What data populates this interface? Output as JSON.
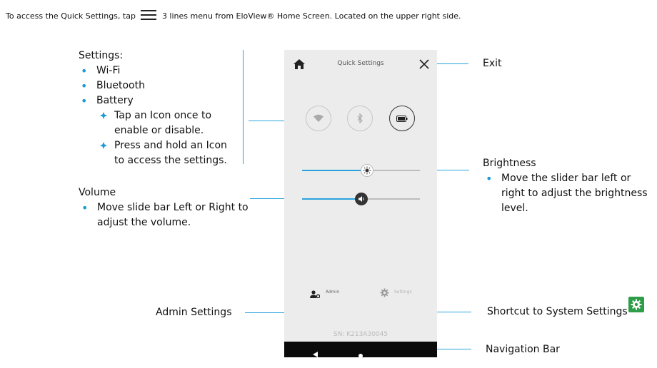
{
  "intro": {
    "before": "To access the Quick Settings, tap",
    "after": "3 lines menu from EloView® Home Screen. Located on the upper right side."
  },
  "left_notes": {
    "settings_heading": "Settings:",
    "settings_items": [
      "Wi-Fi",
      "Bluetooth",
      "Battery"
    ],
    "battery_subitems": [
      "Tap an Icon once to enable or disable.",
      "Press and hold an Icon to access the settings."
    ],
    "volume_heading": "Volume",
    "volume_text": "Move slide bar Left or Right to adjust the volume.",
    "admin_label": "Admin Settings"
  },
  "right_notes": {
    "exit_label": "Exit",
    "brightness_heading": "Brightness",
    "brightness_text": "Move the slider bar left or right to adjust the brightness level.",
    "shortcut_label": "Shortcut to System Settings",
    "navigation_label": "Navigation Bar"
  },
  "phone": {
    "title": "Quick Settings",
    "admin_small": "Admin",
    "settings_small": "Settings",
    "serial": "SN: K213A30045",
    "brightness_level": 0.55,
    "volume_level": 0.5,
    "wifi_on": false,
    "bluetooth_on": false,
    "battery_on": true
  },
  "colors": {
    "accent": "#2aa3dc",
    "panel": "#ececec",
    "nav": "#0a0a0a",
    "badge": "#2e9d48"
  },
  "icons": [
    "menu-icon",
    "home-icon",
    "close-icon",
    "wifi-icon",
    "bluetooth-icon",
    "battery-icon",
    "brightness-icon",
    "volume-icon",
    "admin-icon",
    "settings-gear-icon",
    "back-icon",
    "home-dot-icon",
    "gear-badge-icon"
  ]
}
